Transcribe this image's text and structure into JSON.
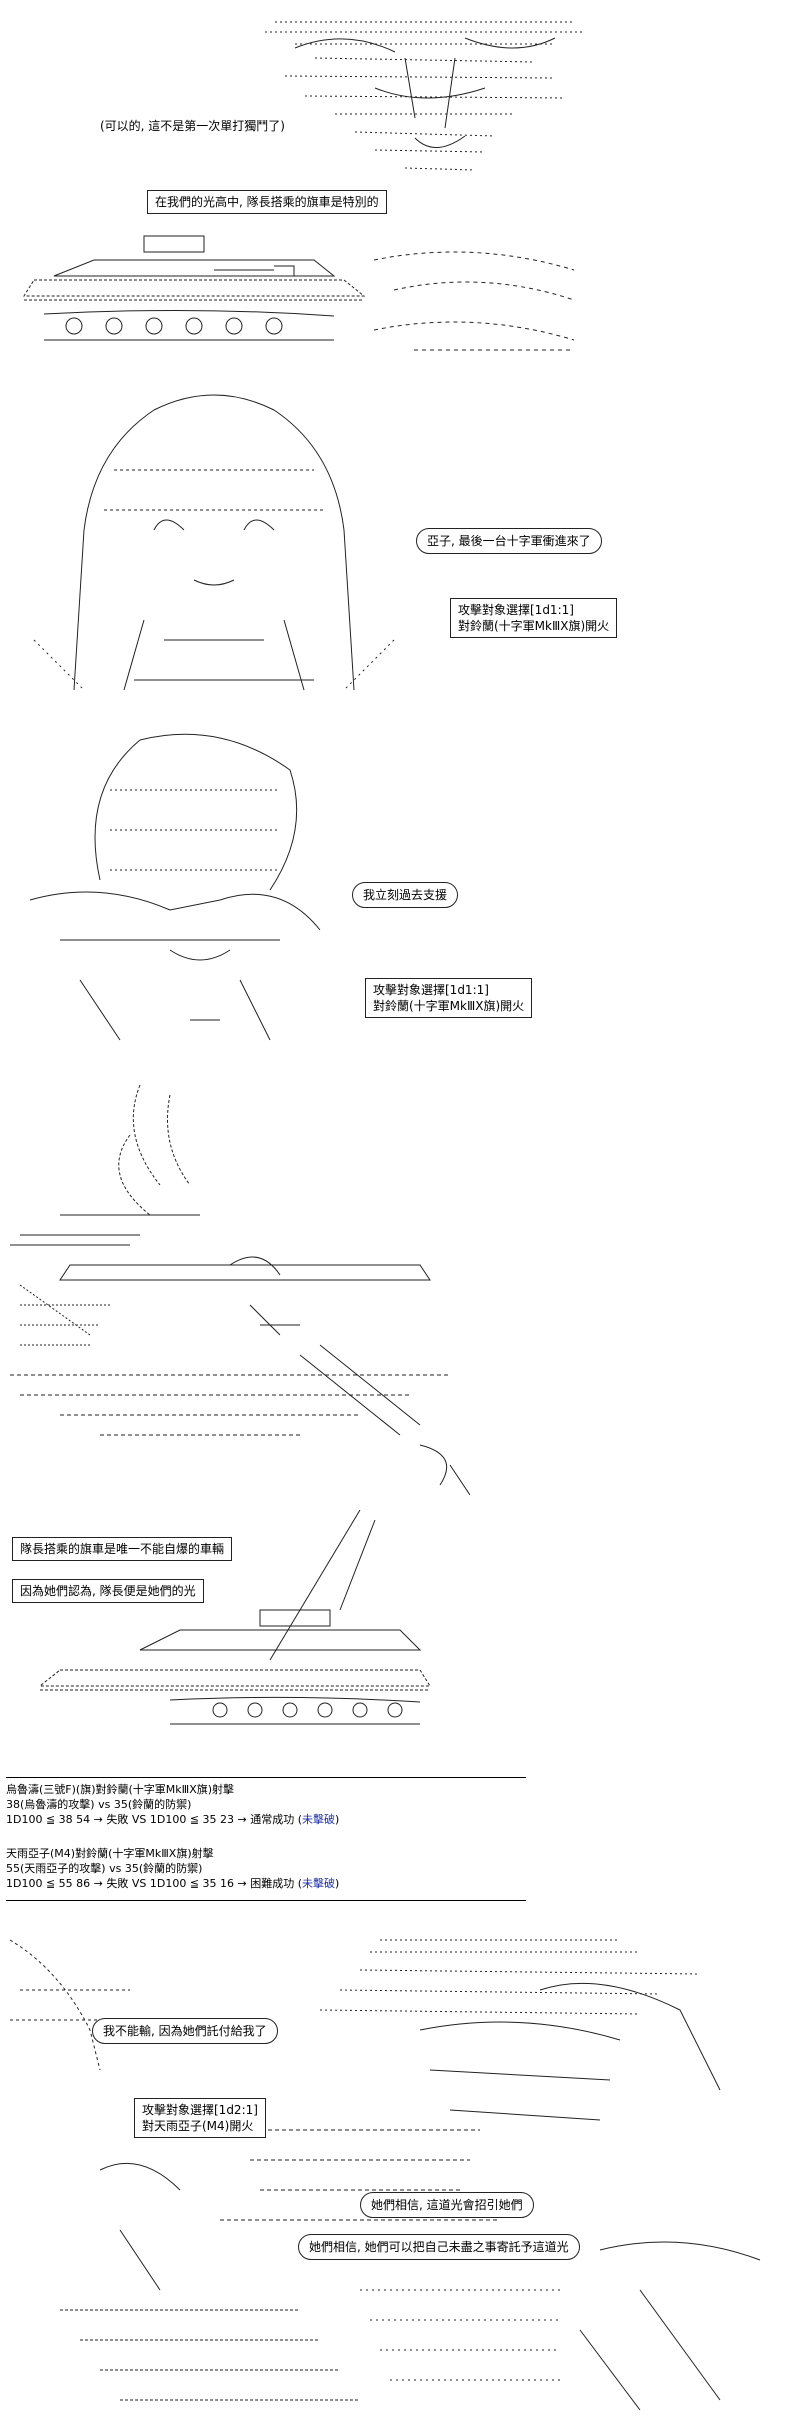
{
  "panel1": {
    "aside": "(可以的, 這不是第一次單打獨鬥了)",
    "caption": "在我們的光高中, 隊長搭乘的旗車是特別的"
  },
  "panel3": {
    "bubble": "亞子, 最後一台十字軍衝進來了",
    "target_box": [
      "攻擊對象選擇[1d1:1]",
      "對鈴蘭(十字軍MkⅢX旗)開火"
    ]
  },
  "panel4": {
    "bubble": "我立刻過去支援",
    "target_box": [
      "攻擊對象選擇[1d1:1]",
      "對鈴蘭(十字軍MkⅢX旗)開火"
    ]
  },
  "panel6": {
    "caption1": "隊長搭乘的旗車是唯一不能自爆的車輛",
    "caption2": "因為她們認為, 隊長便是她們的光"
  },
  "dice_log": {
    "roll1": {
      "line1": "烏魯濤(三號F)(旗)對鈴蘭(十字軍MkⅢX旗)射擊",
      "line2_a": "38(烏魯濤的攻擊)",
      "line2_b": " vs ",
      "line2_c": "35(鈴蘭的防禦)",
      "line3": "1D100 ≦ 38  54 → 失敗 VS 1D100 ≦ 35  23 → 通常成功 (",
      "result": "未擊破",
      "close": ")"
    },
    "roll2": {
      "line1": "天雨亞子(M4)對鈴蘭(十字軍MkⅢX旗)射擊",
      "line2_a": "55(天雨亞子的攻擊)",
      "line2_b": " vs ",
      "line2_c": "35(鈴蘭的防禦)",
      "line3": "1D100 ≦ 55  86 → 失敗 VS 1D100 ≦ 35  16 → 困難成功 (",
      "result": "未擊破",
      "close": ")"
    }
  },
  "panel7": {
    "bubble1": "我不能輸, 因為她們託付給我了",
    "target_box": [
      "攻擊對象選擇[1d2:1]",
      "對天雨亞子(M4)開火"
    ],
    "bubble2": "她們相信, 這道光會招引她們",
    "bubble3": "她們相信, 她們可以把自己未盡之事寄託予這道光"
  },
  "colors": {
    "result_link": "#1d2fa6",
    "line": "#000000"
  }
}
